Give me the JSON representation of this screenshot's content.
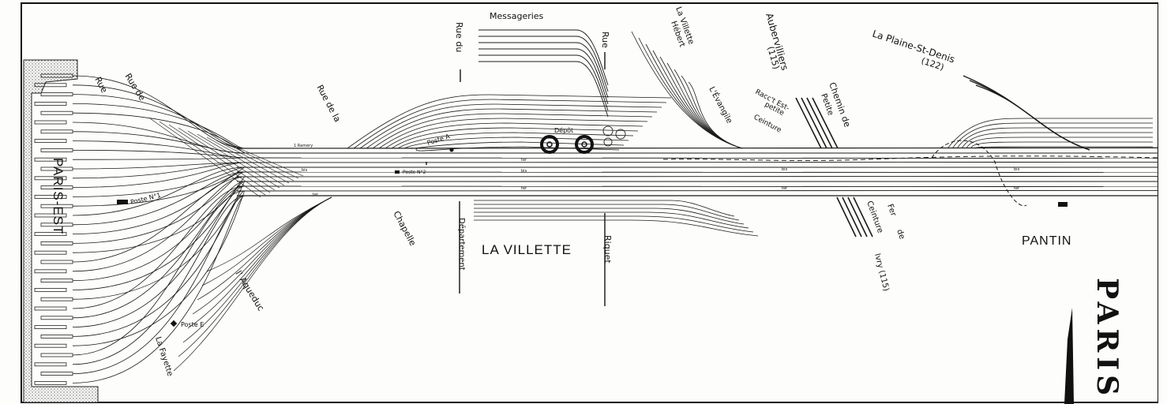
{
  "stations": {
    "paris_est": "PARIS-EST",
    "la_villette": "LA VILLETTE",
    "pantin": "PANTIN"
  },
  "map_title": "PARIS",
  "streets": {
    "rue_1": "Rue",
    "rue_de": "Rue de",
    "rue_de_la": "Rue de la",
    "chapelle": "Chapelle",
    "aqueduc": "l' Aqueduc",
    "la_fayette": "La Fayette",
    "rue_du": "Rue du",
    "departement": "Département",
    "rue_2": "Rue",
    "riquet": "Riquet"
  },
  "places": {
    "messageries": "Messageries",
    "la_villette_hebert_1": "La Villette",
    "la_villette_hebert_2": "Hébert",
    "evangile": "L'Évangile",
    "aubervilliers_1": "Aubervilliers",
    "aubervilliers_2": "(115)",
    "plaine_1": "La Plaine-St-Denis",
    "plaine_2": "(122)",
    "raccordement_1": "Racc't Est-",
    "raccordement_2": "petite",
    "raccordement_3": "Ceinture",
    "chemin_1": "Chemin de",
    "chemin_2": "Petite",
    "fer_1": "Fer",
    "fer_2": "de",
    "fer_3": "Ceinture",
    "ivry": "Ivry (115)"
  },
  "posts": {
    "poste_a": "Poste A",
    "poste_n1": "Poste N°1",
    "poste_n2": "Poste N°2",
    "poste_e": "Poste E",
    "depot": "Dépôt"
  },
  "track_labels": {
    "ramery": "1 Ramery",
    "bis": "bis",
    "ter": "ter"
  }
}
